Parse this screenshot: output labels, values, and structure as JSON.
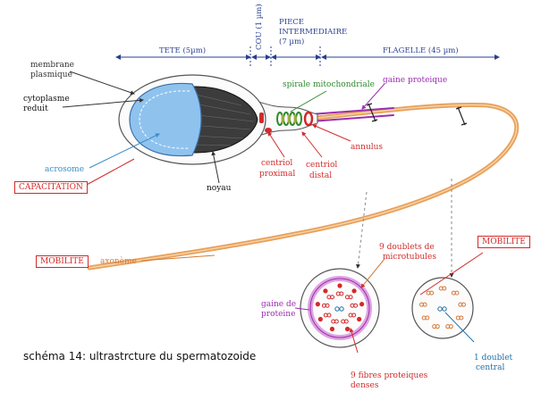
{
  "sections": {
    "tete": "TETE (5µm)",
    "cou": "COU (1 µm)",
    "piece": "PIECE",
    "intermediaire": "INTERMEDIAIRE",
    "piece_len": "(7 µm)",
    "flagelle": "FLAGELLE (45 µm)"
  },
  "labels": {
    "membrane": "membrane",
    "plasmique": "plasmique",
    "cytoplasme": "cytoplasme",
    "reduit": "reduit",
    "acrosome": "acrosome",
    "noyau": "noyau",
    "spirale": "spirale mitochondriale",
    "gaine_proteique": "gaine proteique",
    "centriol_proximal_1": "centriol",
    "centriol_proximal_2": "proximal",
    "centriol_distal_1": "centriol",
    "centriol_distal_2": "distal",
    "annulus": "annulus",
    "axoneme": "axonème",
    "doublets_1": "9 doublets de",
    "doublets_2": "microtubules",
    "gaine_de": "gaine de",
    "proteine": "proteine",
    "fibres_1": "9 fibres proteiques",
    "fibres_2": "denses",
    "doublet_central_1": "1 doublet",
    "doublet_central_2": "central"
  },
  "boxes": {
    "capacitation": "CAPACITATION",
    "mobilite_left": "MOBILITE",
    "mobilite_right": "MOBILITE"
  },
  "caption": "schéma 14: ultrastrcture du spermatozoide",
  "colors": {
    "section_blue": "#2a3f8f",
    "acrosome_blue": "#8fc3ee",
    "nucleus": "#3c3c3c",
    "red_label": "#d22a2a",
    "mito_green": "#2e8a2e",
    "purple": "#9a2fb0",
    "flagellum_orange": "#e8a05a"
  }
}
